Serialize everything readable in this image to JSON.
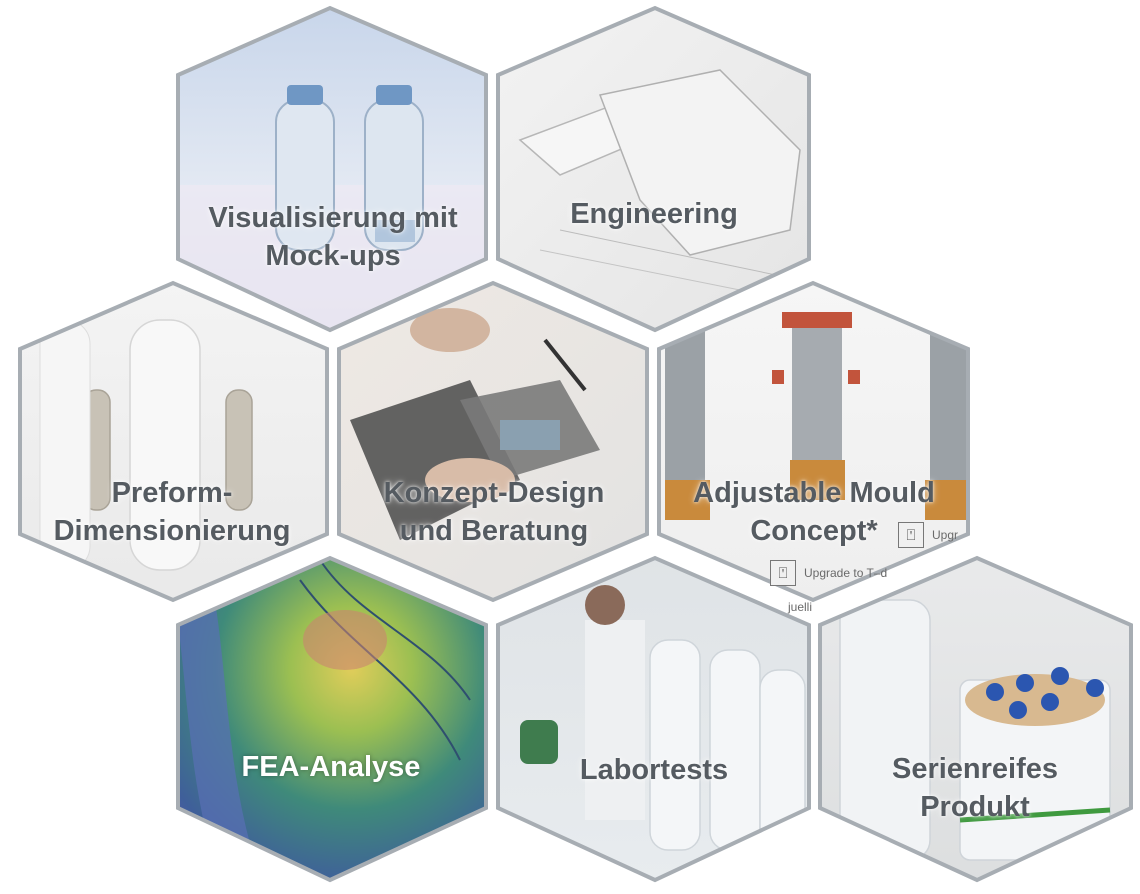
{
  "hexes": [
    {
      "id": "visualisierung",
      "lines": [
        "Visualisierung mit",
        "Mock-ups"
      ],
      "light": false
    },
    {
      "id": "engineering",
      "lines": [
        "Engineering"
      ],
      "light": false
    },
    {
      "id": "preform",
      "lines": [
        "Preform-",
        "Dimensionierung"
      ],
      "light": false
    },
    {
      "id": "konzept",
      "lines": [
        "Konzept-Design",
        "und Beratung"
      ],
      "light": false
    },
    {
      "id": "adjustable",
      "lines": [
        "Adjustable Mould",
        "Concept*"
      ],
      "light": false
    },
    {
      "id": "fea",
      "lines": [
        "FEA-Analyse"
      ],
      "light": true
    },
    {
      "id": "labortests",
      "lines": [
        "Labortests"
      ],
      "light": false
    },
    {
      "id": "serienreif",
      "lines": [
        "Serienreifes",
        "Produkt"
      ],
      "light": false
    }
  ],
  "badges": {
    "upgrade_short": "Upgr",
    "upgrade_long": "Upgrade to T–d",
    "partial": "juelli"
  },
  "colors": {
    "hex_border": "#a7adb3",
    "label": "#555b61"
  }
}
